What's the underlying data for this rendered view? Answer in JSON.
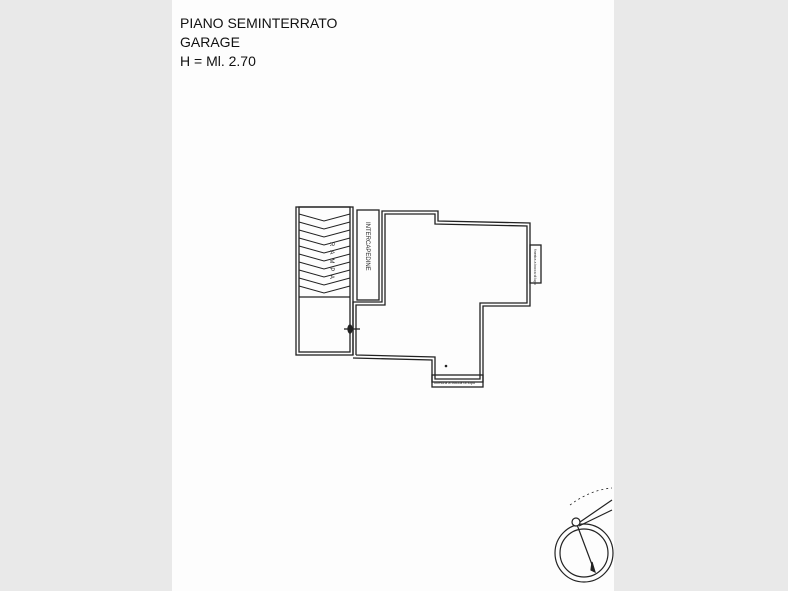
{
  "header": {
    "floor": "PIANO SEMINTERRATO",
    "room": "GARAGE",
    "height": "H = Ml. 2.70"
  },
  "plan": {
    "ramp_label": "RAMPA",
    "cavity_label": "INTERCAPEDINE",
    "window_right_label": "finestra a bocca di lupo",
    "window_bottom_label": "finestra a bocca di lupo"
  }
}
